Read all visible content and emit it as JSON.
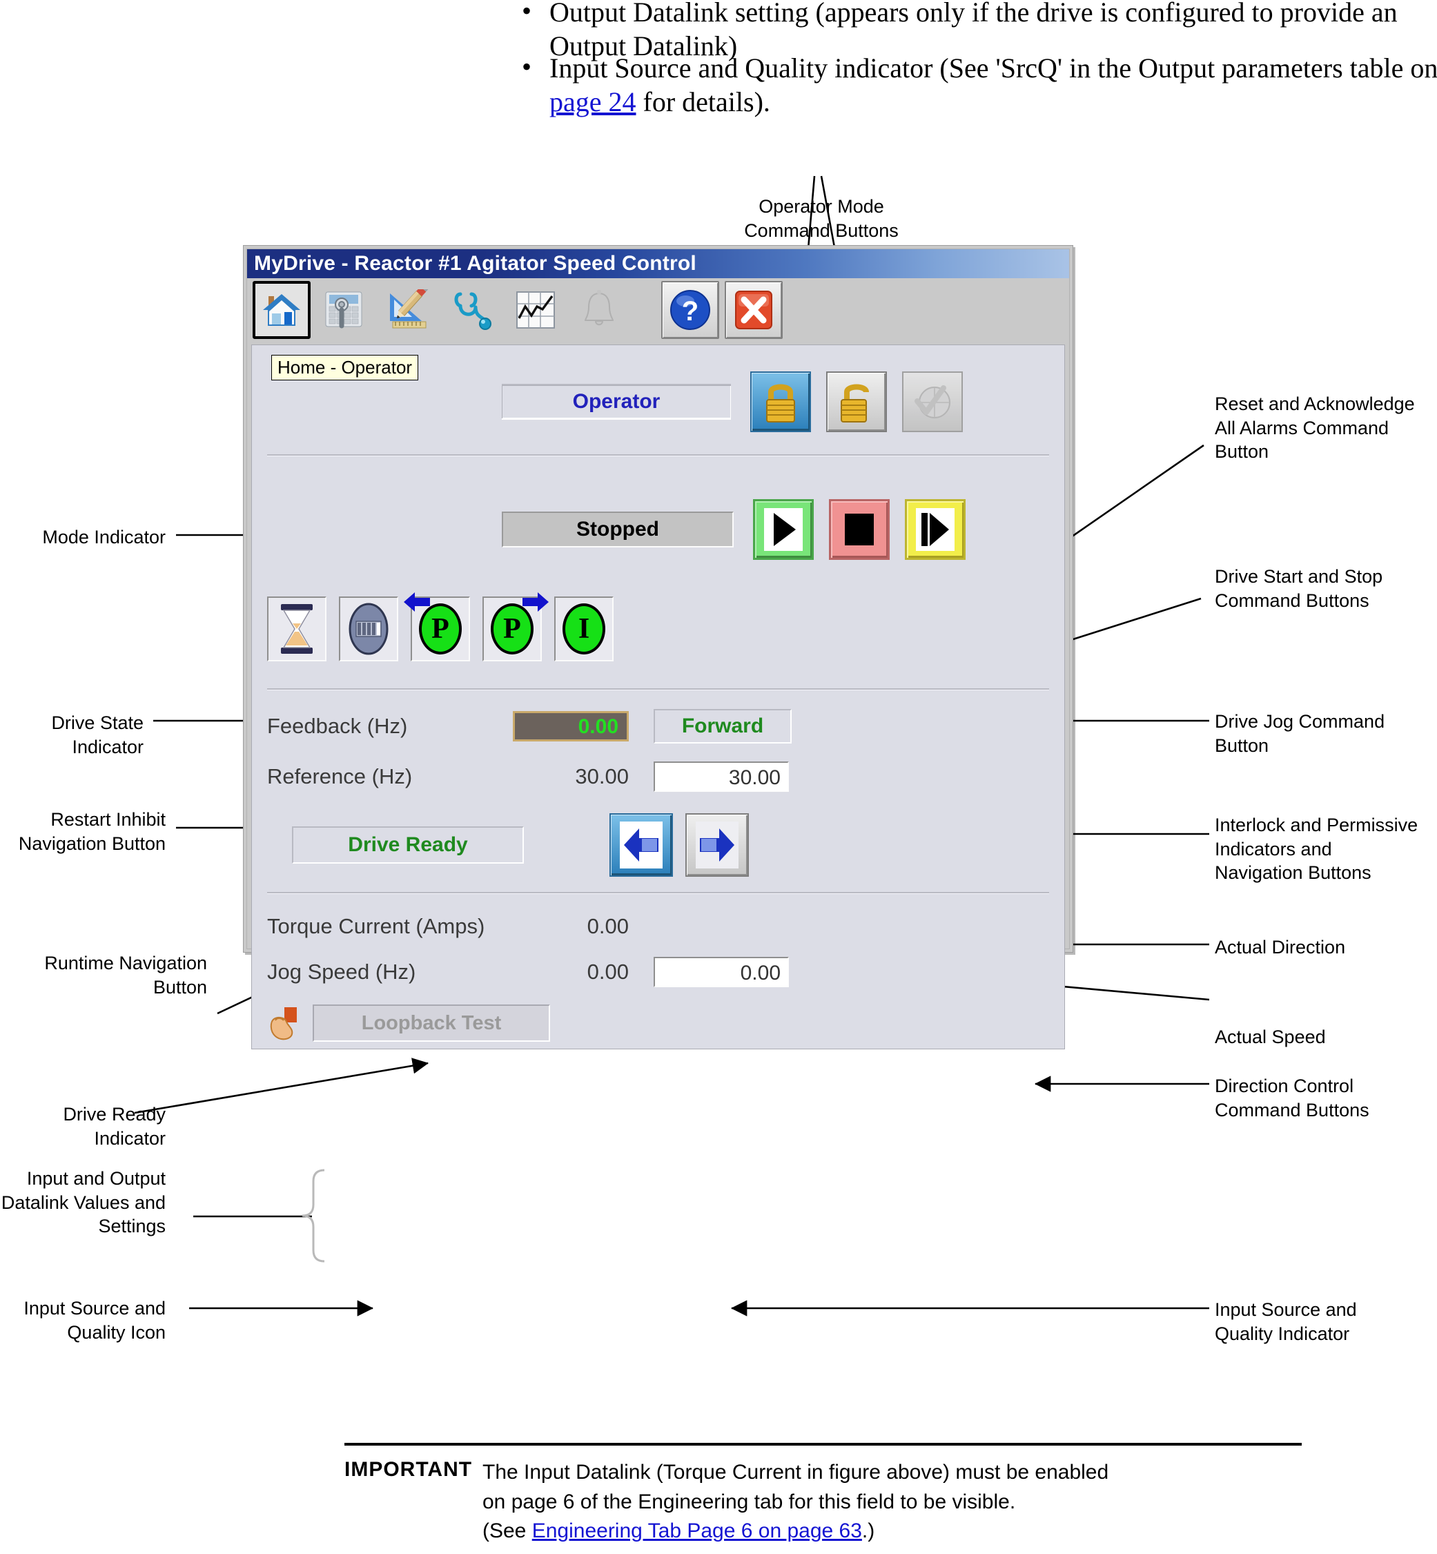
{
  "document": {
    "bullets": [
      {
        "pre": "Output Datalink setting (appears only if the drive is configured to provide an Output Datalink)",
        "link": "",
        "post": ""
      },
      {
        "pre": "Input Source and Quality indicator (See 'SrcQ' in the Output parameters table on ",
        "link": "page 24",
        "post": " for details)."
      }
    ]
  },
  "hmi": {
    "title": "MyDrive - Reactor #1 Agitator Speed Control",
    "tooltip": "Home - Operator",
    "toolbar": [
      {
        "name": "home-icon",
        "label": "Home",
        "selected": true
      },
      {
        "name": "setup-calculator-icon",
        "label": "Setup",
        "selected": false
      },
      {
        "name": "engineering-ruler-pencil-icon",
        "label": "Engineering",
        "selected": false
      },
      {
        "name": "diagnostics-stethoscope-icon",
        "label": "Diagnostics",
        "selected": false
      },
      {
        "name": "trend-chart-icon",
        "label": "Trend",
        "selected": false
      },
      {
        "name": "alarm-bell-icon",
        "label": "Alarms",
        "selected": false
      },
      {
        "name": "help-icon",
        "label": "Help",
        "selected": false
      },
      {
        "name": "close-icon",
        "label": "Close",
        "selected": false
      }
    ],
    "mode_indicator": "Operator",
    "mode_buttons": [
      {
        "name": "lock-operator-mode-button",
        "state": "selected"
      },
      {
        "name": "unlock-operator-mode-button",
        "state": "normal"
      },
      {
        "name": "reset-acknowledge-alarms-button",
        "state": "disabled"
      }
    ],
    "drive_state": "Stopped",
    "run_buttons": [
      {
        "name": "drive-start-button",
        "color": "#79e579"
      },
      {
        "name": "drive-stop-button",
        "color": "#f09292"
      },
      {
        "name": "drive-jog-button",
        "color": "#f2ee4a"
      }
    ],
    "indicators": [
      {
        "name": "restart-inhibit-button",
        "icon": "hourglass-icon",
        "label": ""
      },
      {
        "name": "runtime-navigation-button",
        "icon": "runtime-meter-icon",
        "label": ""
      },
      {
        "name": "permissive-reverse-indicator",
        "icon": "lamp-icon",
        "label": "P",
        "arrow": "left"
      },
      {
        "name": "permissive-forward-indicator",
        "icon": "lamp-icon",
        "label": "P",
        "arrow": "right"
      },
      {
        "name": "interlock-indicator",
        "icon": "lamp-icon",
        "label": "I",
        "arrow": "none"
      }
    ],
    "rows": [
      {
        "label": "Feedback (Hz)",
        "value": "0.00",
        "style": "lcd"
      },
      {
        "label": "Reference (Hz)",
        "value": "30.00",
        "entry": "30.00"
      },
      {
        "label": "Torque Current (Amps)",
        "value": "0.00",
        "entry": ""
      },
      {
        "label": "Jog Speed (Hz)",
        "value": "0.00",
        "entry": "0.00"
      }
    ],
    "actual_direction": "Forward",
    "drive_ready": "Drive Ready",
    "direction_buttons": [
      {
        "name": "direction-reverse-button",
        "state": "selected"
      },
      {
        "name": "direction-forward-button",
        "state": "normal"
      }
    ],
    "loopback_test": "Loopback Test",
    "srcq_icon": "hand-source-quality-icon",
    "colors": {
      "title_bar": "#1c2f81",
      "panel": "#dcdde6",
      "lamp_green": "#16e016",
      "lcd_green": "#22e022",
      "ready_green": "#1f8a1f",
      "mode_blue": "#2222bb"
    }
  },
  "callouts": {
    "operator_mode": "Operator Mode\nCommand Buttons",
    "mode_indicator": "Mode Indicator",
    "drive_state_indicator": "Drive State Indicator",
    "restart_inhibit": "Restart Inhibit\nNavigation Button",
    "runtime_navigation": "Runtime Navigation\nButton",
    "drive_ready_indicator": "Drive Ready Indicator",
    "datalink_values": "Input and Output\nDatalink Values and\nSettings",
    "srcq_icon": "Input Source and\nQuality Icon",
    "reset_ack": "Reset and Acknowledge\nAll Alarms Command\nButton",
    "start_stop": "Drive Start and Stop\nCommand Buttons",
    "jog": "Drive Jog Command\nButton",
    "interlock_permissive": "Interlock and Permissive\nIndicators and\nNavigation Buttons",
    "actual_direction": "Actual Direction",
    "actual_speed": "Actual Speed",
    "direction_control": "Direction Control\nCommand Buttons",
    "srcq_indicator": "Input Source and\nQuality Indicator"
  },
  "important": {
    "tag": "IMPORTANT",
    "line1": "The Input Datalink (Torque Current in figure above) must be enabled",
    "line2": "on page 6 of the Engineering tab for this field to be visible.",
    "line3_pre": "(See ",
    "line3_link": "Engineering Tab Page 6 on page 63",
    "line3_post": ".)"
  }
}
